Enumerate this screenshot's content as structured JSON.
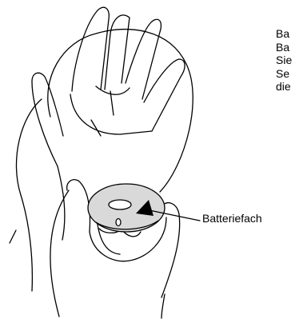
{
  "text_lines": [
    "Ba",
    "Ba",
    "Sie",
    "Se",
    "die"
  ],
  "callout": {
    "label": "Batteriefach"
  },
  "illustration": {
    "subject": "hands-holding-globe-battery-compartment",
    "stroke_color": "#000000",
    "cover_fill": "#d9d9d9"
  }
}
